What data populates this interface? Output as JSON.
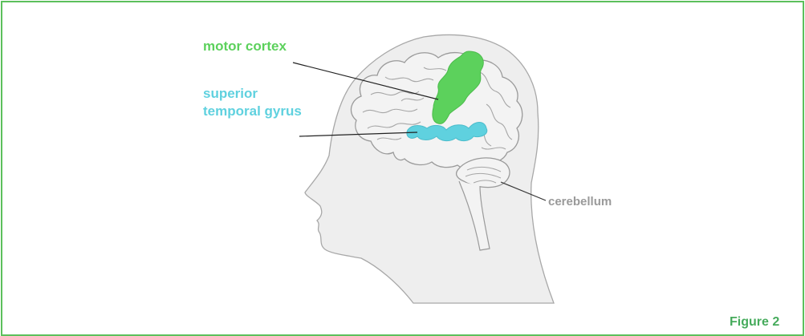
{
  "labels": {
    "motor_cortex": "motor cortex",
    "superior_temporal_gyrus_line1": "superior",
    "superior_temporal_gyrus_line2": "temporal gyrus",
    "cerebellum": "cerebellum",
    "figure": "Figure 2"
  },
  "colors": {
    "frame_border": "#5cc05c",
    "motor_cortex": "#5cd15c",
    "superior_temporal_gyrus": "#5fd1df",
    "head_fill": "#eeeeee",
    "outline": "#a8a8a8",
    "cerebellum_text": "#9a9a9a",
    "figure_text": "#46ab5c"
  }
}
